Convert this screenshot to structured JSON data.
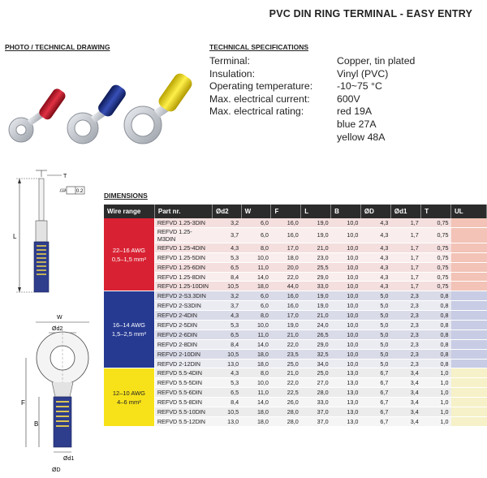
{
  "header": {
    "title": "PVC DIN RING TERMINAL - EASY ENTRY"
  },
  "sections": {
    "photo": "PHOTO / TECHNICAL DRAWING",
    "specs": "TECHNICAL SPECIFICATIONS",
    "dimensions": "DIMENSIONS"
  },
  "specs": [
    {
      "k": "Terminal:",
      "v": "Copper, tin plated"
    },
    {
      "k": "Insulation:",
      "v": "Vinyl (PVC)"
    },
    {
      "k": "Operating temperature:",
      "v": "-10~75 °C"
    },
    {
      "k": "Max. electrical current:",
      "v": "600V"
    },
    {
      "k": "Max. electrical rating:",
      "v": "red 19A"
    },
    {
      "k": "",
      "v": "blue 27A"
    },
    {
      "k": "",
      "v": "yellow 48A"
    }
  ],
  "drawing": {
    "t_label": "T",
    "tol_label": "0.2",
    "l_label": "L",
    "w_label": "W",
    "d2_label": "Ød2",
    "f_label": "F",
    "b_label": "B",
    "d_label": "ØD",
    "d1_label": "Ød1"
  },
  "colors": {
    "red": "#d82233",
    "blue": "#263a92",
    "yellow": "#f7e21a"
  },
  "table": {
    "headers": [
      "Wire range",
      "Part nr.",
      "Ød2",
      "W",
      "F",
      "L",
      "B",
      "ØD",
      "Ød1",
      "T",
      "UL"
    ],
    "groups": [
      {
        "awg": "22–16 AWG",
        "mm": "0,5–1,5 mm²",
        "rows": [
          [
            "REFVD 1.25-3DIN",
            "3,2",
            "6,0",
            "16,0",
            "19,0",
            "10,0",
            "4,3",
            "1,7",
            "0,75"
          ],
          [
            "REFVD 1.25-M3DIN",
            "3,7",
            "6,0",
            "16,0",
            "19,0",
            "10,0",
            "4,3",
            "1,7",
            "0,75"
          ],
          [
            "REFVD 1.25-4DIN",
            "4,3",
            "8,0",
            "17,0",
            "21,0",
            "10,0",
            "4,3",
            "1,7",
            "0,75"
          ],
          [
            "REFVD 1.25-5DIN",
            "5,3",
            "10,0",
            "18,0",
            "23,0",
            "10,0",
            "4,3",
            "1,7",
            "0,75"
          ],
          [
            "REFVD 1.25-6DIN",
            "6,5",
            "11,0",
            "20,0",
            "25,5",
            "10,0",
            "4,3",
            "1,7",
            "0,75"
          ],
          [
            "REFVD 1.25-8DIN",
            "8,4",
            "14,0",
            "22,0",
            "29,0",
            "10,0",
            "4,3",
            "1,7",
            "0,75"
          ],
          [
            "REFVD 1.25-10DIN",
            "10,5",
            "18,0",
            "44,0",
            "33,0",
            "10,0",
            "4,3",
            "1,7",
            "0,75"
          ]
        ]
      },
      {
        "awg": "16–14 AWG",
        "mm": "1,5–2,5 mm²",
        "rows": [
          [
            "REFVD 2-S3.3DIN",
            "3,2",
            "6,0",
            "16,0",
            "19,0",
            "10,0",
            "5,0",
            "2,3",
            "0,8"
          ],
          [
            "REFVD 2-S3DIN",
            "3,7",
            "6,0",
            "16,0",
            "19,0",
            "10,0",
            "5,0",
            "2,3",
            "0,8"
          ],
          [
            "REFVD 2-4DIN",
            "4,3",
            "8,0",
            "17,0",
            "21,0",
            "10,0",
            "5,0",
            "2,3",
            "0,8"
          ],
          [
            "REFVD 2-5DIN",
            "5,3",
            "10,0",
            "19,0",
            "24,0",
            "10,0",
            "5,0",
            "2,3",
            "0,8"
          ],
          [
            "REFVD 2-6DIN",
            "6,5",
            "11,0",
            "21,0",
            "26,5",
            "10,0",
            "5,0",
            "2,3",
            "0,8"
          ],
          [
            "REFVD 2-8DIN",
            "8,4",
            "14,0",
            "22,0",
            "29,0",
            "10,0",
            "5,0",
            "2,3",
            "0,8"
          ],
          [
            "REFVD 2-10DIN",
            "10,5",
            "18,0",
            "23,5",
            "32,5",
            "10,0",
            "5,0",
            "2,3",
            "0,8"
          ],
          [
            "REFVD 2-12DIN",
            "13,0",
            "18,0",
            "25,0",
            "34,0",
            "10,0",
            "5,0",
            "2,3",
            "0,8"
          ]
        ]
      },
      {
        "awg": "12–10 AWG",
        "mm": "4–6 mm²",
        "rows": [
          [
            "REFVD 5.5-4DIN",
            "4,3",
            "8,0",
            "21,0",
            "25,0",
            "13,0",
            "6,7",
            "3,4",
            "1,0"
          ],
          [
            "REFVD 5.5-5DIN",
            "5,3",
            "10,0",
            "22,0",
            "27,0",
            "13,0",
            "6,7",
            "3,4",
            "1,0"
          ],
          [
            "REFVD 5.5-6DIN",
            "6,5",
            "11,0",
            "22,5",
            "28,0",
            "13,0",
            "6,7",
            "3,4",
            "1,0"
          ],
          [
            "REFVD 5.5-8DIN",
            "8,4",
            "14,0",
            "26,0",
            "33,0",
            "13,0",
            "6,7",
            "3,4",
            "1,0"
          ],
          [
            "REFVD 5.5-10DIN",
            "10,5",
            "18,0",
            "28,0",
            "37,0",
            "13,0",
            "6,7",
            "3,4",
            "1,0"
          ],
          [
            "REFVD 5.5-12DIN",
            "13,0",
            "18,0",
            "28,0",
            "37,0",
            "13,0",
            "6,7",
            "3,4",
            "1,0"
          ]
        ]
      }
    ]
  }
}
